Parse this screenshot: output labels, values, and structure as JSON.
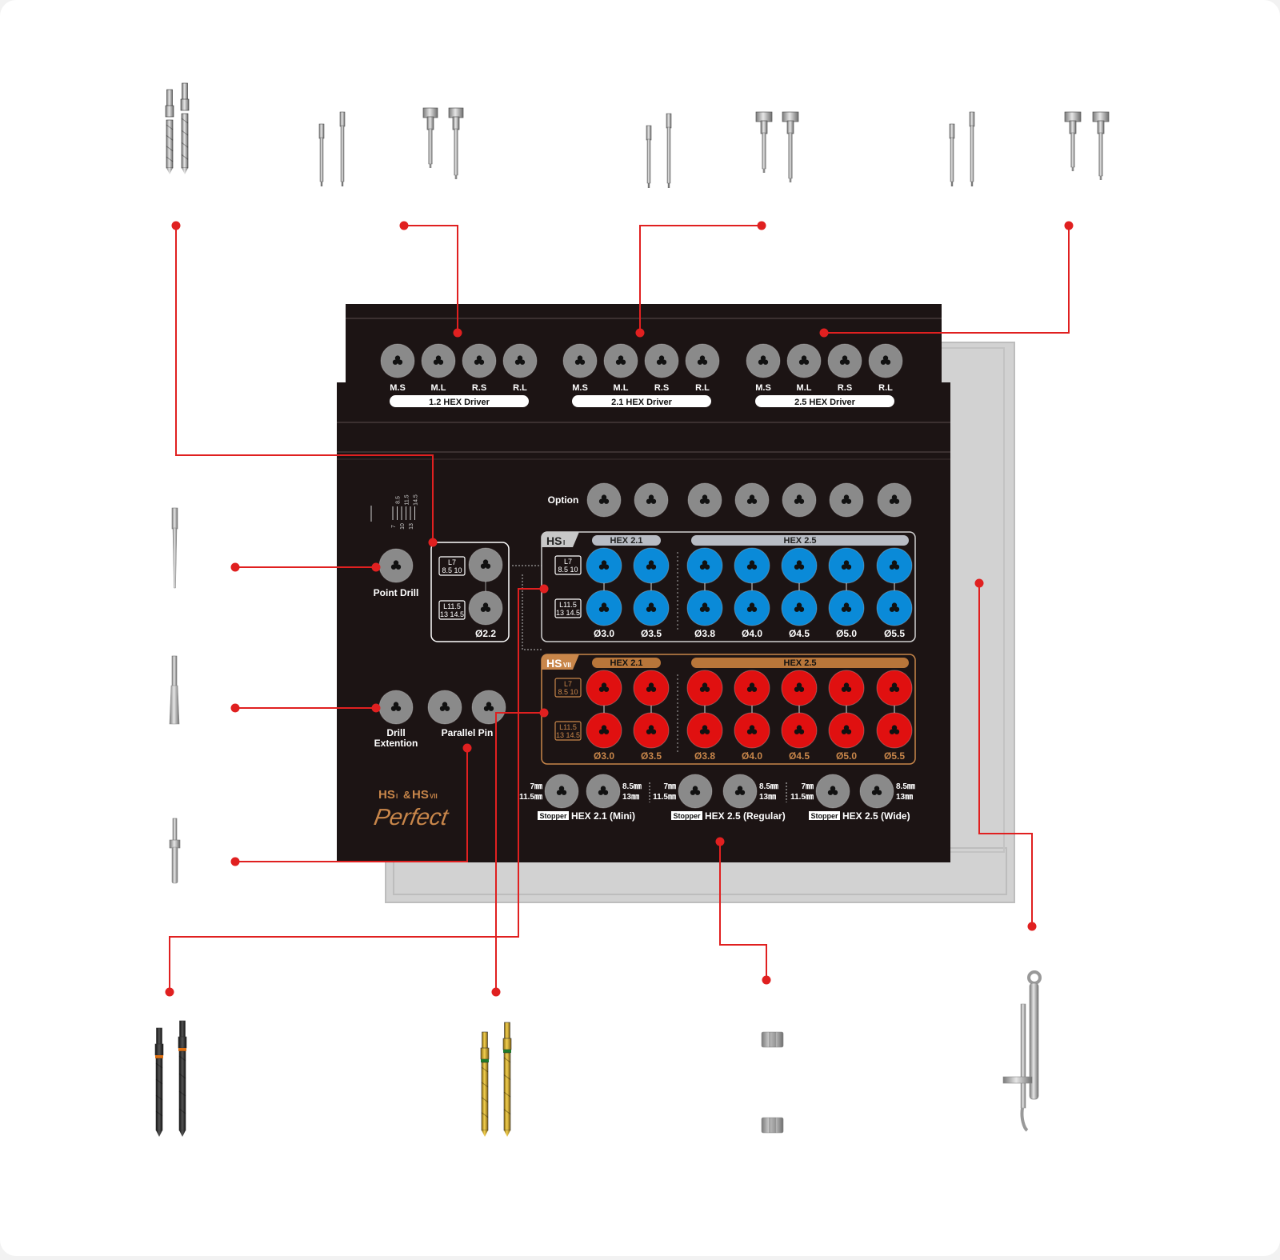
{
  "colors": {
    "tray": "#1c1414",
    "connector": "#e02020",
    "slot_gray": "#8a8a8a",
    "slot_blue": "#0a8ad8",
    "slot_red": "#e01010",
    "hs1_frame": "#d0d0d0",
    "hs7_frame": "#c8864a",
    "hex_gray_bar": "#b8bcc4",
    "hex_gold_bar": "#b8763a",
    "gold_text": "#c8864a"
  },
  "driver_groups": [
    {
      "label": "1.2 HEX Driver",
      "slots": [
        "M.S",
        "M.L",
        "R.S",
        "R.L"
      ]
    },
    {
      "label": "2.1 HEX Driver",
      "slots": [
        "M.S",
        "M.L",
        "R.S",
        "R.L"
      ]
    },
    {
      "label": "2.5 HEX Driver",
      "slots": [
        "M.S",
        "M.L",
        "R.S",
        "R.L"
      ]
    }
  ],
  "option_label": "Option",
  "length_scale": [
    "7",
    "8.5",
    "10",
    "11.5",
    "13",
    "14.5"
  ],
  "point_drill_label": "Point Drill",
  "drill_extention_label": [
    "Drill",
    "Extention"
  ],
  "parallel_pin_label": "Parallel Pin",
  "initial_drill": {
    "len_short": [
      "L7",
      "8.5 10"
    ],
    "len_long": [
      "L11.5",
      "13 14.5"
    ],
    "diameter": "Ø2.2"
  },
  "hs1": {
    "logo": "HS",
    "logo_sub": "I",
    "hex_small": "HEX 2.1",
    "hex_large": "HEX 2.5",
    "len_short": [
      "L7",
      "8.5 10"
    ],
    "len_long": [
      "L11.5",
      "13 14.5"
    ],
    "diameters": [
      "Ø3.0",
      "Ø3.5",
      "Ø3.8",
      "Ø4.0",
      "Ø4.5",
      "Ø5.0",
      "Ø5.5"
    ]
  },
  "hs7": {
    "logo": "HS",
    "logo_sub": "VII",
    "hex_small": "HEX 2.1",
    "hex_large": "HEX 2.5",
    "len_short": [
      "L7",
      "8.5 10"
    ],
    "len_long": [
      "L11.5",
      "13 14.5"
    ],
    "diameters": [
      "Ø3.0",
      "Ø3.5",
      "Ø3.8",
      "Ø4.0",
      "Ø4.5",
      "Ø5.0",
      "Ø5.5"
    ]
  },
  "stoppers": [
    {
      "left": [
        "7㎜",
        "11.5㎜"
      ],
      "right": [
        "8.5㎜",
        "13㎜"
      ],
      "tag": "Stopper",
      "label": "HEX 2.1 (Mini)"
    },
    {
      "left": [
        "7㎜",
        "11.5㎜"
      ],
      "right": [
        "8.5㎜",
        "13㎜"
      ],
      "tag": "Stopper",
      "label": "HEX 2.5 (Regular)"
    },
    {
      "left": [
        "7㎜",
        "11.5㎜"
      ],
      "right": [
        "8.5㎜",
        "13㎜"
      ],
      "tag": "Stopper",
      "label": "HEX 2.5 (Wide)"
    }
  ],
  "brand": {
    "line1": "HS",
    "sub1": "I",
    "amp": "&",
    "line2": "HS",
    "sub2": "VII",
    "script": "Perfect"
  },
  "tools": {
    "top": [
      "drill-pair-icon",
      "hex-driver-1.2-short-icon",
      "hex-driver-1.2-long-icon",
      "hex-driver-2.1-short-icon",
      "hex-driver-2.1-long-icon",
      "hex-driver-2.5-short-icon",
      "hex-driver-2.5-long-icon"
    ],
    "left": [
      "point-drill-icon",
      "drill-extention-icon",
      "parallel-pin-icon"
    ],
    "bottom": [
      "black-drill-pair-icon",
      "gold-drill-pair-icon",
      "stopper-icon",
      "torque-wrench-icon"
    ]
  }
}
